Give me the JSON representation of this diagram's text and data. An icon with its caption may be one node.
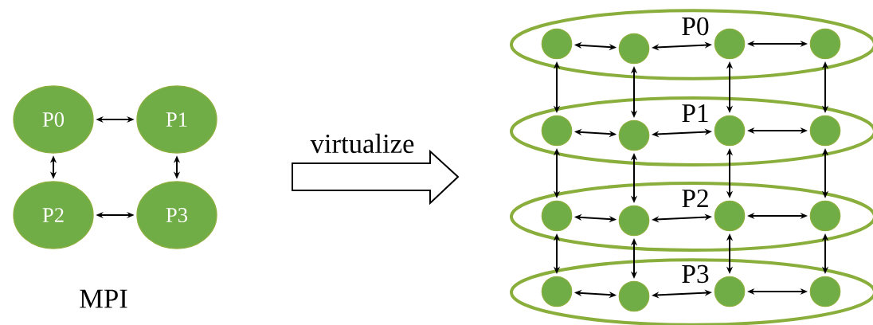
{
  "diagram": {
    "nodes": [
      {
        "text": [
          "P0"
        ]
      },
      {
        "text": [
          "P1"
        ]
      },
      {
        "text": [
          "P2"
        ]
      },
      {
        "text": [
          "P3"
        ]
      },
      {
        "text": [
          "P0"
        ]
      },
      {
        "text": [],
        "shape": "circle",
        "in": 4
      },
      {
        "text": [],
        "shape": "circle",
        "in": 4
      },
      {
        "text": [],
        "shape": "circle",
        "in": 4
      },
      {
        "text": [],
        "shape": "circle",
        "in": 4
      },
      {
        "text": [
          "P1"
        ]
      },
      {
        "text": [],
        "shape": "circle",
        "in": 9
      },
      {
        "text": [],
        "shape": "circle",
        "in": 9
      },
      {
        "text": [],
        "shape": "circle",
        "in": 9
      },
      {
        "text": [],
        "shape": "circle",
        "in": 9
      },
      {
        "text": [
          "P2"
        ]
      },
      {
        "text": [],
        "shape": "circle",
        "in": 14
      },
      {
        "text": [],
        "shape": "circle",
        "in": 14
      },
      {
        "text": [],
        "shape": "circle",
        "in": 14
      },
      {
        "text": [],
        "shape": "circle",
        "in": 14
      },
      {
        "text": [
          "P3"
        ]
      },
      {
        "text": [],
        "shape": "circle",
        "in": 19
      },
      {
        "text": [],
        "shape": "circle",
        "in": 19
      },
      {
        "text": [],
        "shape": "circle",
        "in": 19
      },
      {
        "text": [],
        "shape": "circle",
        "in": 19
      }
    ],
    "edges": [
      {
        "from": 0,
        "to": 1,
        "arrow": "both"
      },
      {
        "from": 0,
        "to": 2,
        "arrow": "both"
      },
      {
        "from": 1,
        "to": 3,
        "arrow": "both"
      },
      {
        "from": 2,
        "to": 3,
        "arrow": "both"
      },
      {
        "from": 5,
        "to": 6,
        "arrow": "both"
      },
      {
        "from": 6,
        "to": 7,
        "arrow": "both"
      },
      {
        "from": 7,
        "to": 8,
        "arrow": "both"
      },
      {
        "from": 10,
        "to": 11,
        "arrow": "both"
      },
      {
        "from": 11,
        "to": 12,
        "arrow": "both"
      },
      {
        "from": 12,
        "to": 13,
        "arrow": "both"
      },
      {
        "from": 15,
        "to": 16,
        "arrow": "both"
      },
      {
        "from": 16,
        "to": 17,
        "arrow": "both"
      },
      {
        "from": 17,
        "to": 18,
        "arrow": "both"
      },
      {
        "from": 20,
        "to": 21,
        "arrow": "both"
      },
      {
        "from": 21,
        "to": 22,
        "arrow": "both"
      },
      {
        "from": 22,
        "to": 23,
        "arrow": "both"
      },
      {
        "from": 5,
        "to": 10,
        "arrow": "both"
      },
      {
        "from": 6,
        "to": 11,
        "arrow": "both"
      },
      {
        "from": 7,
        "to": 12,
        "arrow": "both"
      },
      {
        "from": 8,
        "to": 13,
        "arrow": "both"
      },
      {
        "from": 10,
        "to": 15,
        "arrow": "both"
      },
      {
        "from": 11,
        "to": 16,
        "arrow": "both"
      },
      {
        "from": 12,
        "to": 17,
        "arrow": "both"
      },
      {
        "from": 13,
        "to": 18,
        "arrow": "both"
      },
      {
        "from": 15,
        "to": 20,
        "arrow": "both"
      },
      {
        "from": 16,
        "to": 21,
        "arrow": "both"
      },
      {
        "from": 17,
        "to": 22,
        "arrow": "both"
      },
      {
        "from": 18,
        "to": 23,
        "arrow": "both"
      }
    ],
    "labels": [
      "virtualize",
      "MPI"
    ]
  }
}
